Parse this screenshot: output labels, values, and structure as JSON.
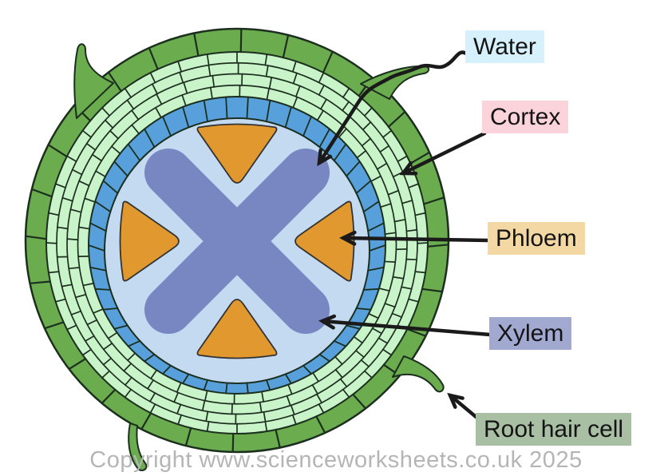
{
  "labels": [
    {
      "id": "water",
      "text": "Water",
      "bg": "#d6f1fb"
    },
    {
      "id": "cortex",
      "text": "Cortex",
      "bg": "#fbd4db"
    },
    {
      "id": "phloem",
      "text": "Phloem",
      "bg": "#f3d8a3"
    },
    {
      "id": "xylem",
      "text": "Xylem",
      "bg": "#a1a9d1"
    },
    {
      "id": "root_hair_cell",
      "text": "Root hair cell",
      "bg": "#a9bfa3"
    }
  ],
  "copyright": "Copyright www.scienceworksheets.co.uk 2025",
  "diagram": {
    "type": "plant-root-cross-section",
    "colors": {
      "epidermis": "#6bac4f",
      "cortex": "#c9f3c9",
      "endodermis": "#57a0db",
      "stele": "#c3daf1",
      "xylem": "#7886c2",
      "phloem": "#e1992f",
      "phloem_outline": "#333333",
      "cell_outline": "#1c2f1e",
      "arrow": "#1a1a1a",
      "copyright_color": "#b5b5b5"
    }
  }
}
